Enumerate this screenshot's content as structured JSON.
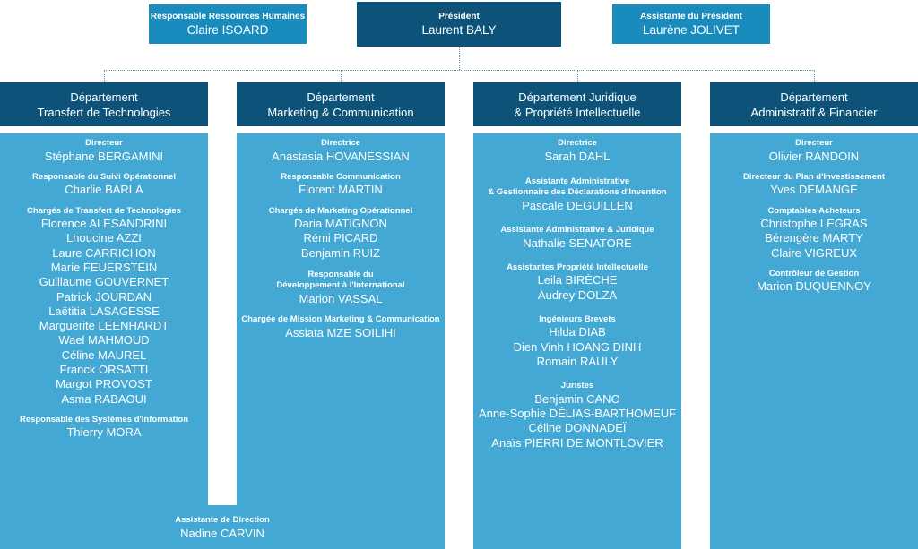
{
  "top": {
    "hr": {
      "title": "Responsable Ressources Humaines",
      "name": "Claire ISOARD"
    },
    "president": {
      "title": "Président",
      "name": "Laurent BALY"
    },
    "assistant": {
      "title": "Assistante du Président",
      "name": "Laurène JOLIVET"
    }
  },
  "departments": [
    {
      "title_lines": [
        "Département",
        "Transfert de Technologies"
      ],
      "groups": [
        {
          "role_lines": [
            "Directeur"
          ],
          "people": [
            "Stéphane BERGAMINI"
          ]
        },
        {
          "role_lines": [
            "Responsable du Suivi Opérationnel"
          ],
          "people": [
            "Charlie BARLA"
          ]
        },
        {
          "role_lines": [
            "Chargés de Transfert de Technologies"
          ],
          "people": [
            "Florence ALESANDRINI",
            "Lhoucine AZZI",
            "Laure CARRICHON",
            "Marie FEUERSTEIN",
            "Guillaume GOUVERNET",
            "Patrick JOURDAN",
            "Laëtitia LASAGESSE",
            "Marguerite LEENHARDT",
            "Wael MAHMOUD",
            "Céline MAUREL",
            "Franck ORSATTI",
            "Margot PROVOST",
            "Asma RABAOUI"
          ]
        },
        {
          "role_lines": [
            "Responsable des Systèmes d'Information"
          ],
          "people": [
            "Thierry MORA"
          ]
        }
      ]
    },
    {
      "title_lines": [
        "Département",
        "Marketing & Communication"
      ],
      "groups": [
        {
          "role_lines": [
            "Directrice"
          ],
          "people": [
            "Anastasia HOVANESSIAN"
          ]
        },
        {
          "role_lines": [
            "Responsable Communication"
          ],
          "people": [
            "Florent MARTIN"
          ]
        },
        {
          "role_lines": [
            "Chargés de Marketing Opérationnel"
          ],
          "people": [
            "Daria MATIGNON",
            "Rémi PICARD",
            "Benjamin RUIZ"
          ]
        },
        {
          "role_lines": [
            "Responsable du",
            "Développement à l'International"
          ],
          "people": [
            "Marion VASSAL"
          ]
        },
        {
          "role_lines": [
            "Chargée de Mission Marketing & Communication"
          ],
          "people": [
            "Assiata MZE SOILIHI"
          ]
        }
      ]
    },
    {
      "title_lines": [
        "Département Juridique",
        "& Propriété Intellectuelle"
      ],
      "groups": [
        {
          "role_lines": [
            "Directrice"
          ],
          "people": [
            "Sarah DAHL"
          ]
        },
        {
          "role_lines": [
            "Assistante Administrative",
            "& Gestionnaire des Déclarations d'Invention"
          ],
          "people": [
            "Pascale DEGUILLEN"
          ]
        },
        {
          "role_lines": [
            "Assistante Administrative & Juridique"
          ],
          "people": [
            "Nathalie SENATORE"
          ]
        },
        {
          "role_lines": [
            "Assistantes Propriété Intellectuelle"
          ],
          "people": [
            "Leila BIRÈCHE",
            "Audrey DOLZA"
          ]
        },
        {
          "role_lines": [
            "Ingénieurs Brevets"
          ],
          "people": [
            "Hilda DIAB",
            "Dien Vinh HOANG DINH",
            "Romain RAULY"
          ]
        },
        {
          "role_lines": [
            "Juristes"
          ],
          "people": [
            "Benjamin CANO",
            "Anne-Sophie DÉLIAS-BARTHOMEUF",
            "Céline DONNADEÏ",
            "Anaïs PIERRI DE MONTLOVIER"
          ]
        }
      ]
    },
    {
      "title_lines": [
        "Département",
        "Administratif & Financier"
      ],
      "groups": [
        {
          "role_lines": [
            "Directeur"
          ],
          "people": [
            "Olivier RANDOIN"
          ]
        },
        {
          "role_lines": [
            "Directeur du Plan d'Investissement"
          ],
          "people": [
            "Yves DEMANGE"
          ]
        },
        {
          "role_lines": [
            "Comptables Acheteurs"
          ],
          "people": [
            "Christophe LEGRAS",
            "Bérengère MARTY",
            "Claire VIGREUX"
          ]
        },
        {
          "role_lines": [
            "Contrôleur de Gestion"
          ],
          "people": [
            "Marion DUQUENNOY"
          ]
        }
      ]
    }
  ],
  "assistante_direction": {
    "title": "Assistante de Direction",
    "name": "Nadine CARVIN"
  },
  "colors": {
    "top_light": "#1a8bbd",
    "top_dark": "#0d5379",
    "dept_header": "#0d5379",
    "panel": "#43a8d3",
    "connector": "#5c8ea8",
    "background": "#ffffff"
  }
}
